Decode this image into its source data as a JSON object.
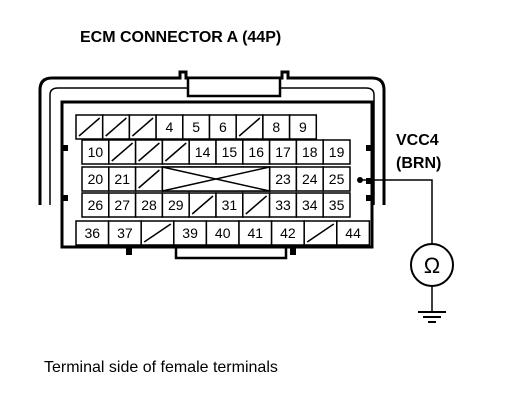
{
  "title": "ECM CONNECTOR A (44P)",
  "caption": "Terminal side of female terminals",
  "wire_label": {
    "signal": "VCC4",
    "color": "(BRN)"
  },
  "meter_symbol": "Ω",
  "connector": {
    "rows": [
      [
        "",
        "",
        "",
        "4",
        "5",
        "6",
        "",
        "8",
        "9"
      ],
      [
        "10",
        "",
        "",
        "",
        "14",
        "15",
        "16",
        "17",
        "18",
        "19"
      ],
      [
        "20",
        "21",
        "",
        "",
        "",
        "",
        "",
        "23",
        "24",
        "25"
      ],
      [
        "26",
        "27",
        "28",
        "29",
        "",
        "31",
        "",
        "33",
        "34",
        "35"
      ],
      [
        "36",
        "37",
        "",
        "39",
        "40",
        "41",
        "42",
        "",
        "44"
      ]
    ]
  }
}
